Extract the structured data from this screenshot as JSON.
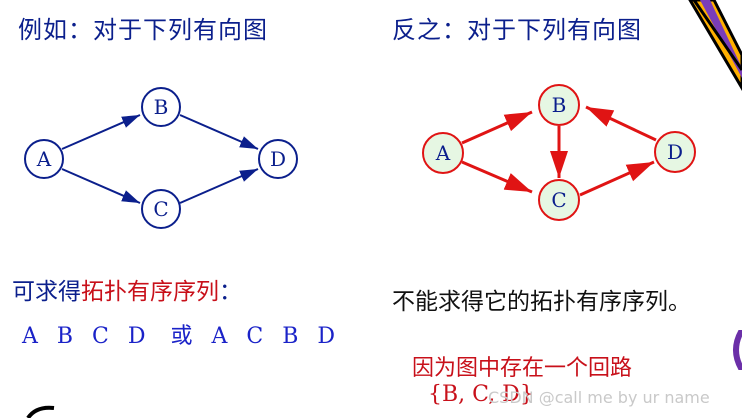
{
  "left": {
    "title": "例如：对于下列有向图",
    "result_prefix": "可求得",
    "result_emph": "拓扑有序序列",
    "result_suffix": "：",
    "sequence1": "A B C D",
    "or_word": "或",
    "sequence2": "A C B D",
    "nodes": [
      "A",
      "B",
      "C",
      "D"
    ]
  },
  "right": {
    "title": "反之：对于下列有向图",
    "conclusion": "不能求得它的拓扑有序序列。",
    "reason": "因为图中存在一个回路",
    "cycle": "{B,  C,  D}",
    "nodes": [
      "A",
      "B",
      "C",
      "D"
    ]
  },
  "watermark": "CSDN @call me by ur name",
  "colors": {
    "title_blue": "#0b1f8c",
    "edge_blue": "#0b1f8c",
    "edge_red": "#e01414",
    "node_red_stroke": "#e01414",
    "node_green_fill": "#e6f7e3",
    "text_red": "#c8101a"
  }
}
